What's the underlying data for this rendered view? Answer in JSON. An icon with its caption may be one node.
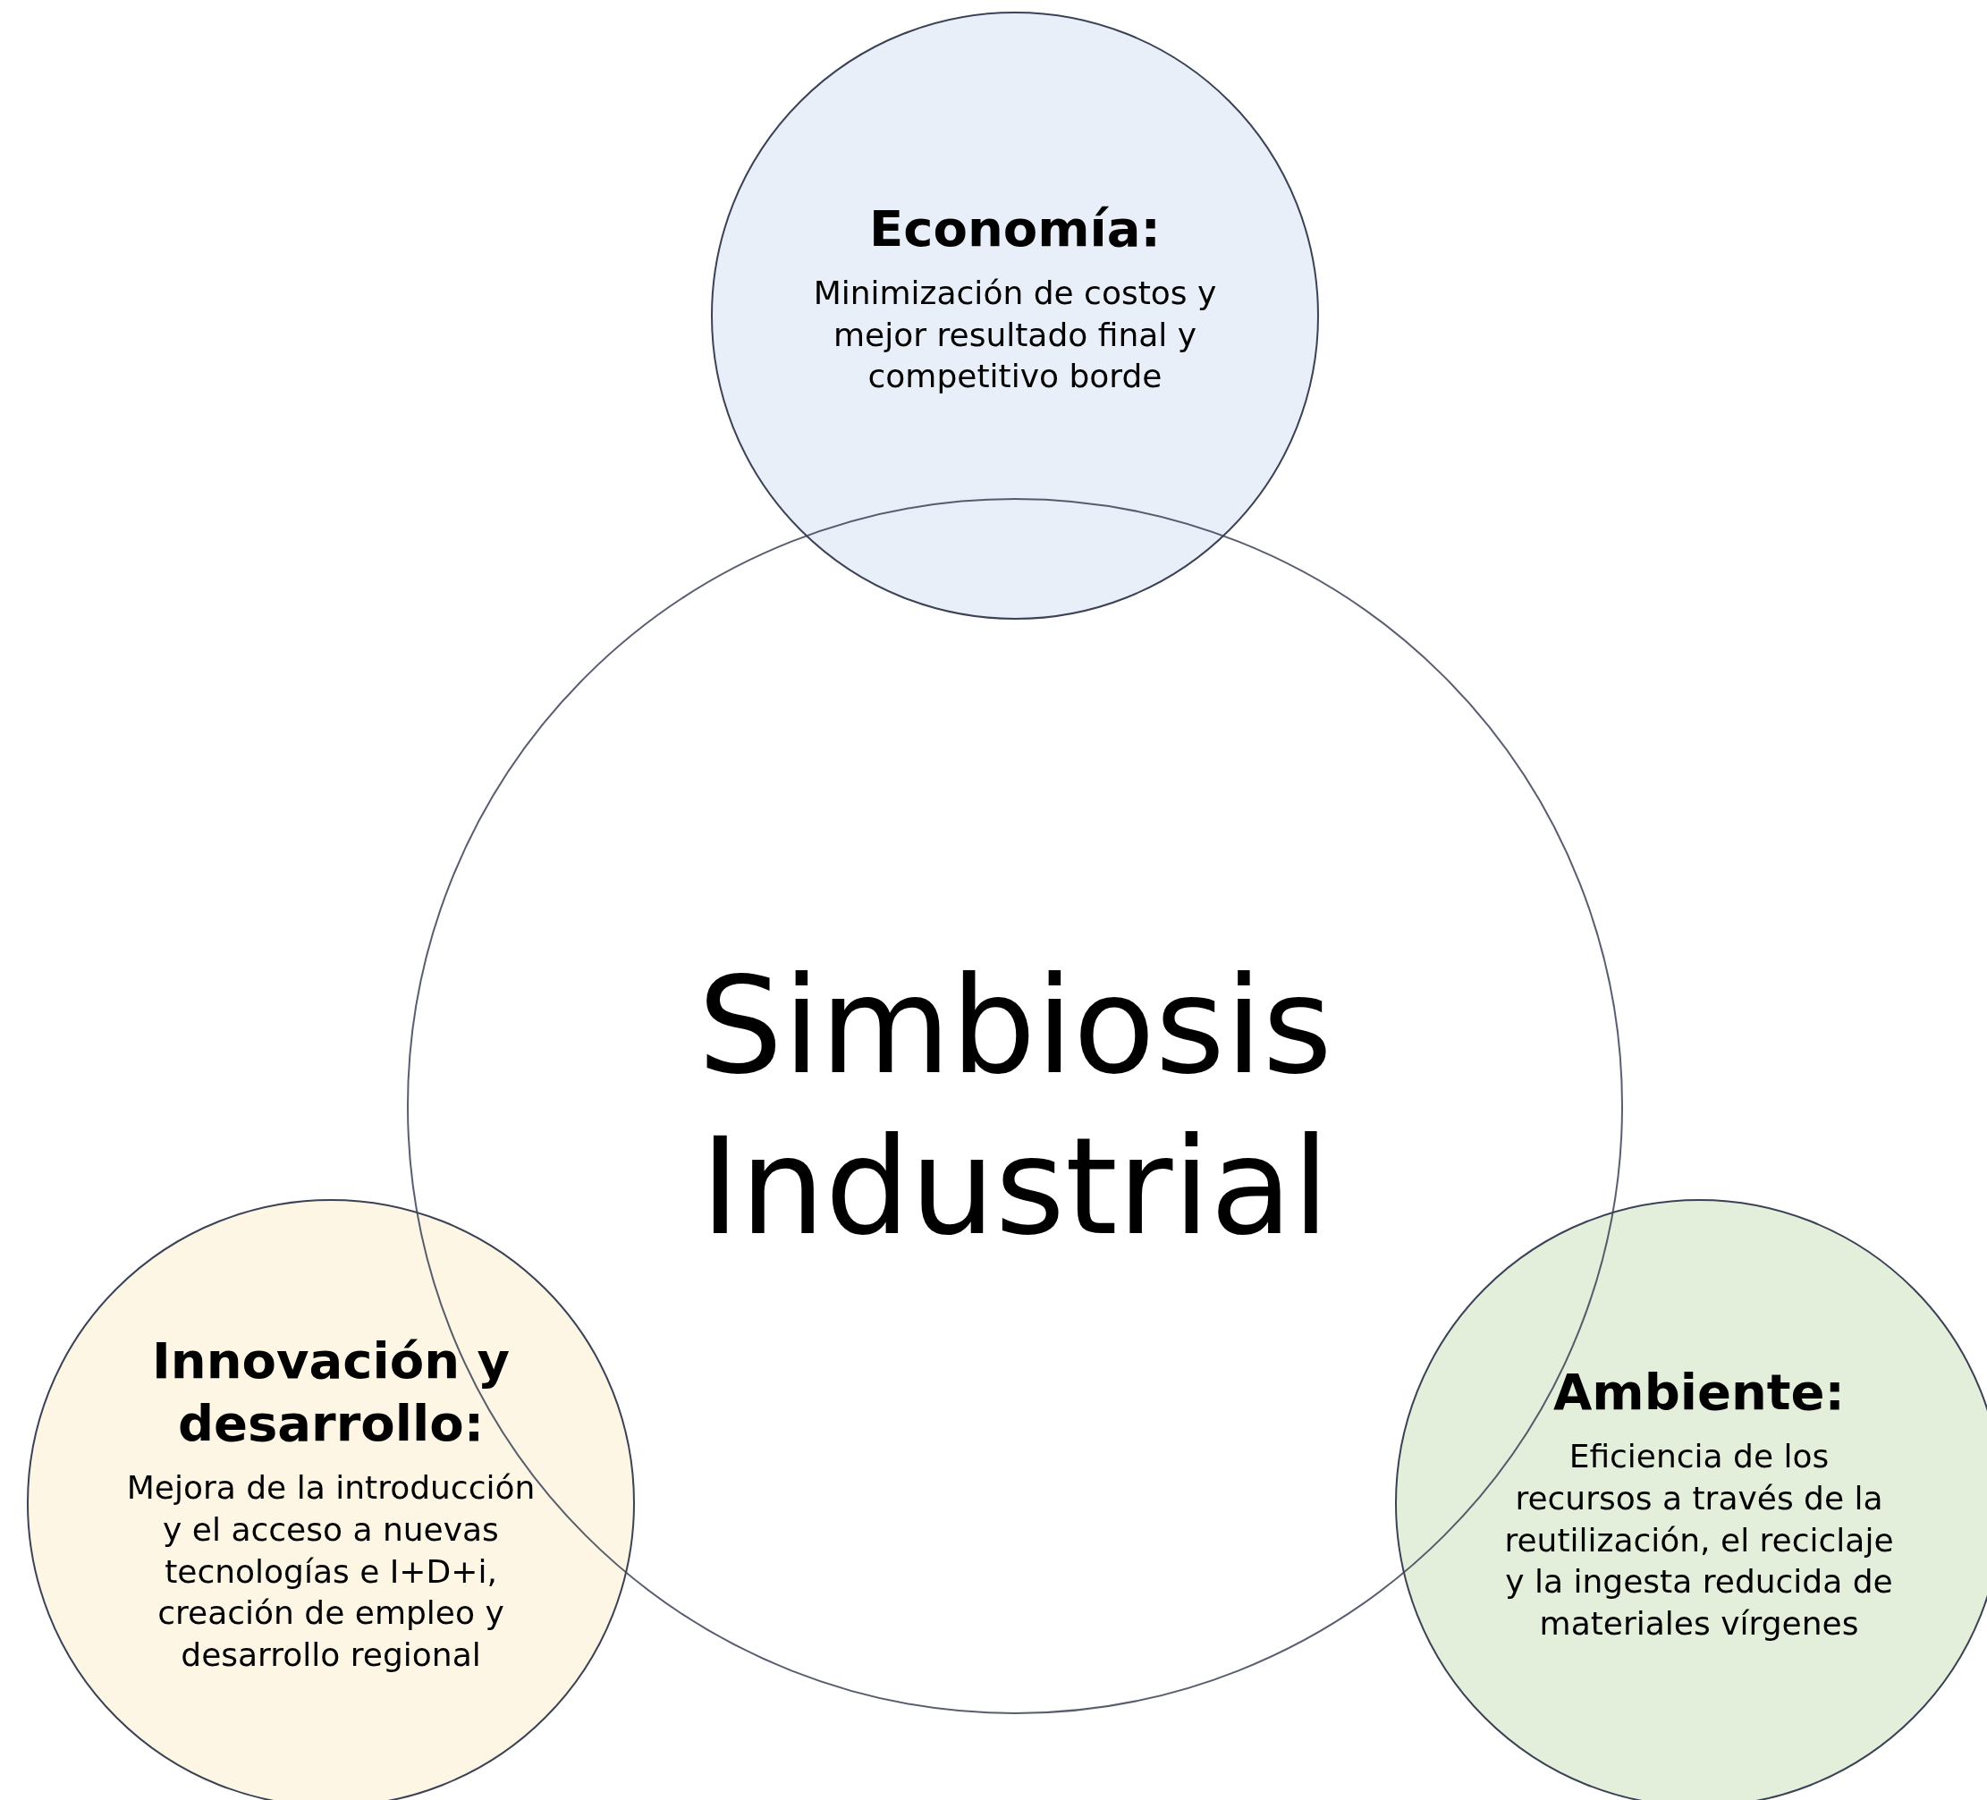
{
  "diagram": {
    "nodes": [
      {
        "text": [
          "Economía:",
          "Minimización de costos y mejor resultado final y competitivo borde"
        ]
      },
      {
        "text": [
          "Simbiosis Industrial"
        ]
      },
      {
        "text": [
          "Innovación y desarrollo:",
          "Mejora de la introducción y el acceso a nuevas tecnologías e I+D+i, creación de empleo y desarrollo regional"
        ]
      },
      {
        "text": [
          "**Ambiente**:",
          "Eficiencia de los recursos a través de la reutilización, el reciclaje y la ingesta reducida de materiales vírgenes"
        ]
      }
    ]
  }
}
